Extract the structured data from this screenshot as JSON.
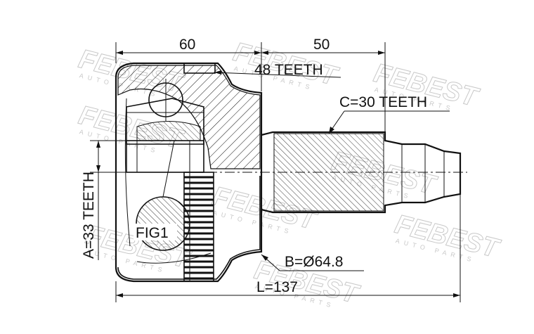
{
  "drawing": {
    "dim_top_left": "60",
    "dim_top_right": "50",
    "label_teeth_outer": "48 TEETH",
    "label_spline_c": "C=30 TEETH",
    "label_spline_a": "A=33 TEETH",
    "label_diameter_b": "B=Ø64.8",
    "label_length": "L=137",
    "label_fig": "FIG1"
  },
  "watermark": {
    "brand": "FEBEST",
    "sub": "AUTO PARTS"
  },
  "colors": {
    "line": "#111111",
    "watermark": "#c9c9c9"
  }
}
